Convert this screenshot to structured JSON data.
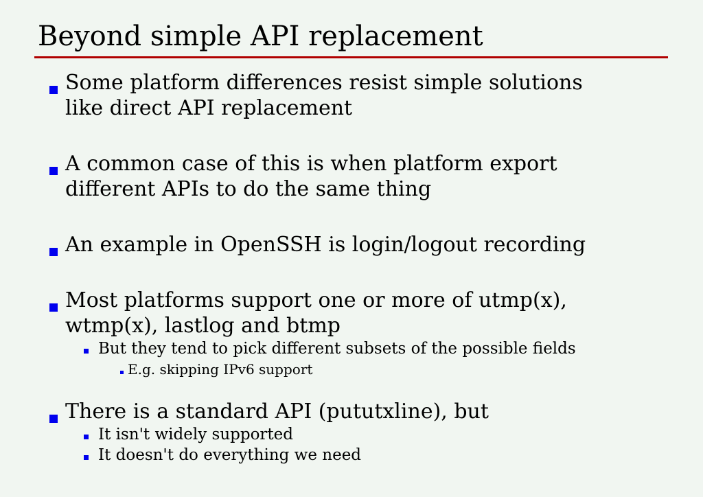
{
  "slide": {
    "title": "Beyond simple API replacement",
    "colors": {
      "background": "#f1f6f1",
      "rule": "#b00000",
      "bullet": "#0000ee",
      "text": "#000000"
    },
    "bullets": [
      {
        "level": 1,
        "text": "Some platform differences resist simple solutions like direct API replacement"
      },
      {
        "level": 1,
        "text": "A common case of this is when platform export different APIs to do the same thing"
      },
      {
        "level": 1,
        "text": "An example in OpenSSH is login/logout recording"
      },
      {
        "level": 1,
        "text": "Most platforms support one or more of utmp(x), wtmp(x), lastlog and btmp",
        "children": [
          {
            "level": 2,
            "text": "But they tend to pick different subsets of the possible fields",
            "children": [
              {
                "level": 3,
                "text": "E.g. skipping IPv6 support"
              }
            ]
          }
        ]
      },
      {
        "level": 1,
        "text": "There is a standard API (pututxline), but",
        "children": [
          {
            "level": 2,
            "text": "It isn't widely supported"
          },
          {
            "level": 2,
            "text": "It doesn't do everything we need"
          }
        ]
      }
    ]
  }
}
